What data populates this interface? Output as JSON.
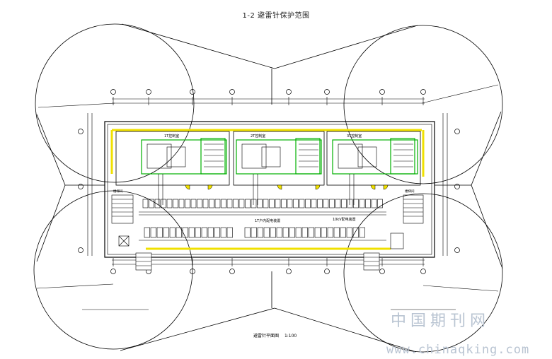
{
  "title": "1-2 避雷针保护范围",
  "drawing_caption": "避雷针平面图",
  "drawing_scale": "1:100",
  "watermark": {
    "cn": "中国期刊网",
    "url": "www.chinaqking.com"
  },
  "room_labels": [
    "1T控制室",
    "2T控制室",
    "3T控制室"
  ],
  "corridor_labels": [
    "1T户内配电装置",
    "10kV配电装置"
  ],
  "stair_labels": [
    "楼梯间",
    "楼梯间"
  ],
  "colors": {
    "line": "#000000",
    "green": "#00b000",
    "yellow": "#f0e000",
    "watermark": "#b9c4d2"
  }
}
